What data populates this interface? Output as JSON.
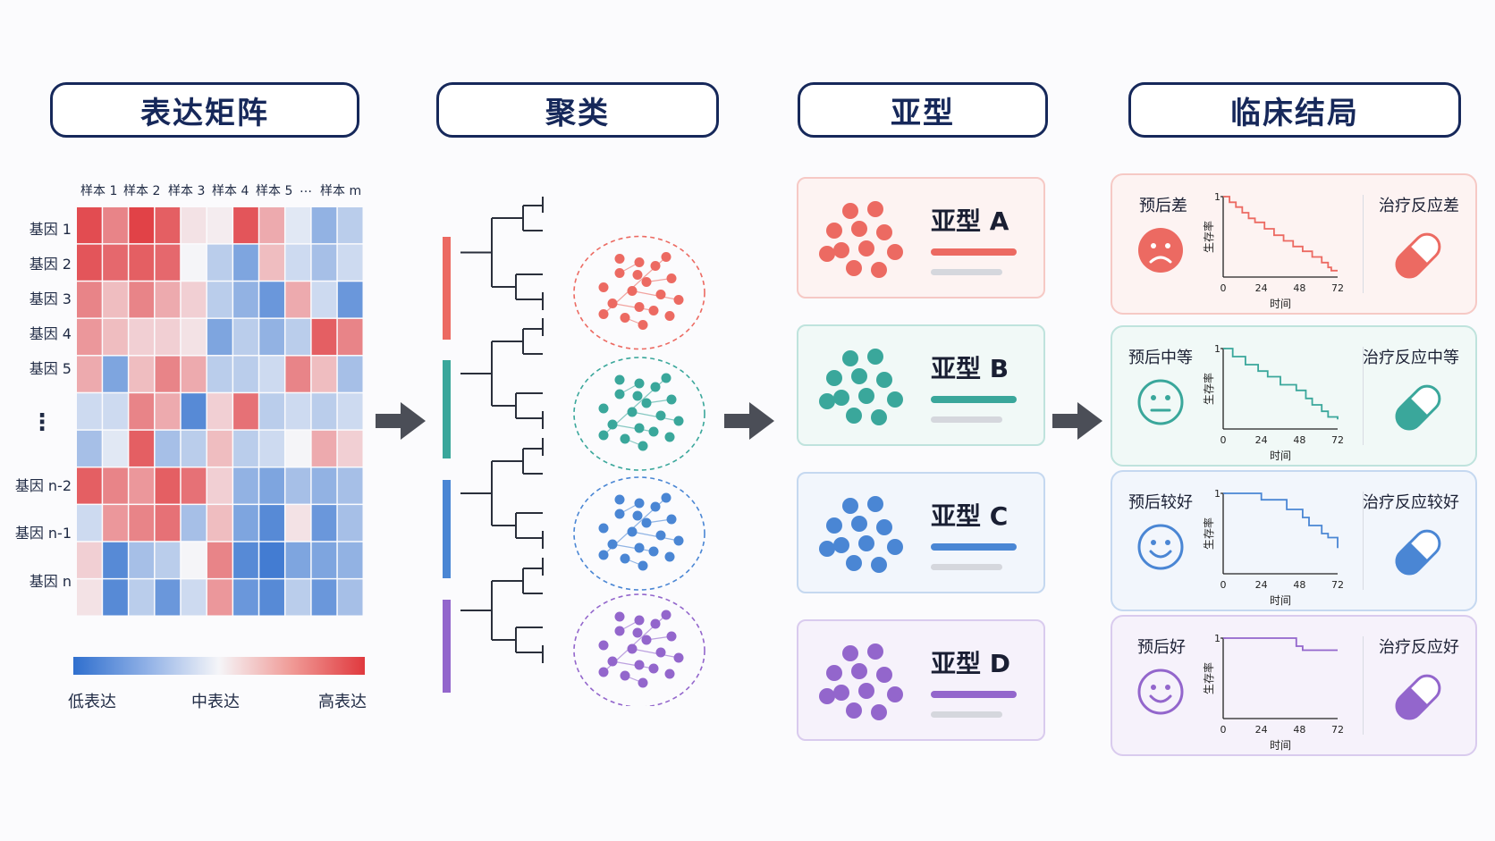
{
  "headers": {
    "matrix": "表达矩阵",
    "cluster": "聚类",
    "subtype": "亚型",
    "clinical": "临床结局"
  },
  "matrix": {
    "samples": [
      "样本 1",
      "样本 2",
      "样本 3",
      "样本 4",
      "样本 5",
      "…",
      "样本 m"
    ],
    "genes": [
      "基因 1",
      "基因 2",
      "基因 3",
      "基因 4",
      "基因 5",
      "⋮",
      "基因 n-2",
      "基因 n-1",
      "基因 n"
    ],
    "legend": {
      "low": "低表达",
      "mid": "中表达",
      "high": "高表达"
    },
    "colors": {
      "low": "#2f6fce",
      "mid": "#f5f5f8",
      "high": "#e0393e"
    },
    "values": [
      [
        0.9,
        0.6,
        0.95,
        0.8,
        0.1,
        0.05,
        0.85,
        0.4,
        -0.1,
        -0.5,
        -0.3
      ],
      [
        0.85,
        0.75,
        0.8,
        0.75,
        0.0,
        -0.3,
        -0.6,
        0.3,
        -0.2,
        -0.4,
        -0.2
      ],
      [
        0.6,
        0.3,
        0.6,
        0.4,
        0.2,
        -0.3,
        -0.5,
        -0.7,
        0.4,
        -0.2,
        -0.7
      ],
      [
        0.5,
        0.3,
        0.2,
        0.2,
        0.1,
        -0.6,
        -0.3,
        -0.5,
        -0.3,
        0.8,
        0.6
      ],
      [
        0.4,
        -0.6,
        0.3,
        0.6,
        0.4,
        -0.3,
        -0.3,
        -0.2,
        0.6,
        0.3,
        -0.4
      ],
      [
        -0.2,
        -0.2,
        0.6,
        0.4,
        -0.8,
        0.2,
        0.7,
        -0.3,
        -0.2,
        -0.3,
        -0.2
      ],
      [
        -0.4,
        -0.1,
        0.8,
        -0.4,
        -0.3,
        0.3,
        -0.3,
        -0.2,
        0.0,
        0.4,
        0.2
      ],
      [
        0.8,
        0.6,
        0.5,
        0.8,
        0.7,
        0.2,
        -0.5,
        -0.6,
        -0.4,
        -0.5,
        -0.4
      ],
      [
        -0.2,
        0.5,
        0.6,
        0.7,
        -0.4,
        0.3,
        -0.6,
        -0.8,
        0.1,
        -0.7,
        -0.4
      ],
      [
        0.2,
        -0.8,
        -0.4,
        -0.3,
        0.0,
        0.6,
        -0.8,
        -0.9,
        -0.6,
        -0.6,
        -0.5
      ],
      [
        0.1,
        -0.8,
        -0.3,
        -0.7,
        -0.2,
        0.5,
        -0.7,
        -0.8,
        -0.3,
        -0.7,
        -0.4
      ]
    ]
  },
  "subtypes": [
    {
      "label": "亚型 A",
      "color": "#ec6a62",
      "bg": "#fdf3f2",
      "border": "#f6c9c5"
    },
    {
      "label": "亚型 B",
      "color": "#3aa79b",
      "bg": "#f1f9f7",
      "border": "#bfe3dd"
    },
    {
      "label": "亚型 C",
      "color": "#4a86d4",
      "bg": "#f2f6fc",
      "border": "#c5d8f0"
    },
    {
      "label": "亚型 D",
      "color": "#9366cc",
      "bg": "#f6f2fb",
      "border": "#d9cbee"
    }
  ],
  "clinical": [
    {
      "prognosis": "预后差",
      "response": "治疗反应差",
      "face": "sad",
      "steps": [
        [
          0,
          1.0
        ],
        [
          4,
          0.93
        ],
        [
          8,
          0.87
        ],
        [
          12,
          0.8
        ],
        [
          16,
          0.73
        ],
        [
          20,
          0.68
        ],
        [
          26,
          0.6
        ],
        [
          32,
          0.52
        ],
        [
          38,
          0.45
        ],
        [
          44,
          0.38
        ],
        [
          50,
          0.32
        ],
        [
          56,
          0.25
        ],
        [
          62,
          0.18
        ],
        [
          66,
          0.12
        ],
        [
          68,
          0.08
        ],
        [
          72,
          0.08
        ]
      ]
    },
    {
      "prognosis": "预后中等",
      "response": "治疗反应中等",
      "face": "neutral",
      "steps": [
        [
          0,
          1.0
        ],
        [
          6,
          0.9
        ],
        [
          14,
          0.8
        ],
        [
          22,
          0.72
        ],
        [
          28,
          0.65
        ],
        [
          36,
          0.55
        ],
        [
          46,
          0.48
        ],
        [
          52,
          0.38
        ],
        [
          56,
          0.3
        ],
        [
          62,
          0.22
        ],
        [
          66,
          0.15
        ],
        [
          72,
          0.12
        ]
      ]
    },
    {
      "prognosis": "预后较好",
      "response": "治疗反应较好",
      "face": "happy",
      "steps": [
        [
          0,
          1.0
        ],
        [
          14,
          1.0
        ],
        [
          24,
          0.92
        ],
        [
          40,
          0.8
        ],
        [
          50,
          0.7
        ],
        [
          54,
          0.6
        ],
        [
          62,
          0.5
        ],
        [
          66,
          0.45
        ],
        [
          70,
          0.45
        ],
        [
          72,
          0.32
        ]
      ]
    },
    {
      "prognosis": "预后好",
      "response": "治疗反应好",
      "face": "happy",
      "steps": [
        [
          0,
          1.0
        ],
        [
          46,
          1.0
        ],
        [
          46,
          0.9
        ],
        [
          50,
          0.9
        ],
        [
          50,
          0.85
        ],
        [
          72,
          0.85
        ]
      ]
    }
  ],
  "km_axes": {
    "ylabel": "生存率",
    "xlabel": "时间",
    "y_tick": "1",
    "x_ticks": [
      "0",
      "24",
      "48",
      "72"
    ]
  }
}
